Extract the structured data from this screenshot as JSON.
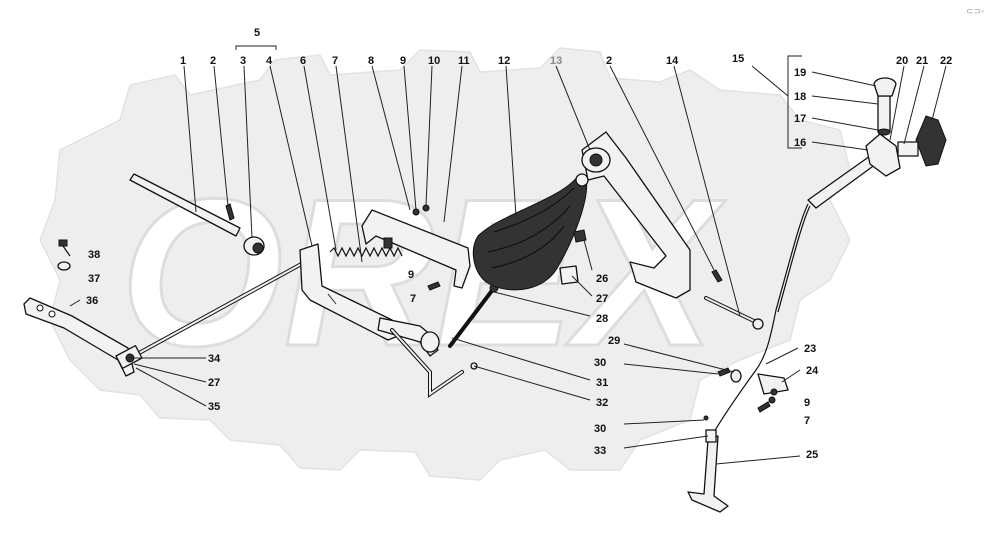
{
  "diagram": {
    "callouts": [
      {
        "id": "c1",
        "text": "1"
      },
      {
        "id": "c2a",
        "text": "2"
      },
      {
        "id": "c3",
        "text": "3"
      },
      {
        "id": "c4",
        "text": "4"
      },
      {
        "id": "c5",
        "text": "5"
      },
      {
        "id": "c6",
        "text": "6"
      },
      {
        "id": "c7a",
        "text": "7"
      },
      {
        "id": "c8",
        "text": "8"
      },
      {
        "id": "c9a",
        "text": "9"
      },
      {
        "id": "c10",
        "text": "10"
      },
      {
        "id": "c11",
        "text": "11"
      },
      {
        "id": "c12",
        "text": "12"
      },
      {
        "id": "c13",
        "text": "13"
      },
      {
        "id": "c2b",
        "text": "2"
      },
      {
        "id": "c14",
        "text": "14"
      },
      {
        "id": "c15",
        "text": "15"
      },
      {
        "id": "c19",
        "text": "19"
      },
      {
        "id": "c18",
        "text": "18"
      },
      {
        "id": "c17",
        "text": "17"
      },
      {
        "id": "c16",
        "text": "16"
      },
      {
        "id": "c20",
        "text": "20"
      },
      {
        "id": "c21",
        "text": "21"
      },
      {
        "id": "c22",
        "text": "22"
      },
      {
        "id": "c38",
        "text": "38"
      },
      {
        "id": "c37",
        "text": "37"
      },
      {
        "id": "c36",
        "text": "36"
      },
      {
        "id": "c9b",
        "text": "9"
      },
      {
        "id": "c7b",
        "text": "7"
      },
      {
        "id": "c26",
        "text": "26"
      },
      {
        "id": "c27a",
        "text": "27"
      },
      {
        "id": "c28",
        "text": "28"
      },
      {
        "id": "c34",
        "text": "34"
      },
      {
        "id": "c27b",
        "text": "27"
      },
      {
        "id": "c35",
        "text": "35"
      },
      {
        "id": "c29",
        "text": "29"
      },
      {
        "id": "c30a",
        "text": "30"
      },
      {
        "id": "c31",
        "text": "31"
      },
      {
        "id": "c32",
        "text": "32"
      },
      {
        "id": "c23",
        "text": "23"
      },
      {
        "id": "c24",
        "text": "24"
      },
      {
        "id": "c9c",
        "text": "9"
      },
      {
        "id": "c7c",
        "text": "7"
      },
      {
        "id": "c30b",
        "text": "30"
      },
      {
        "id": "c33",
        "text": "33"
      },
      {
        "id": "c25",
        "text": "25"
      }
    ],
    "watermark_text": "OREX",
    "corner_mark": "⊂⊃◦"
  },
  "colors": {
    "watermark": "#e6e6e6",
    "line": "#111111",
    "label_muted": "#8a8a8a"
  }
}
